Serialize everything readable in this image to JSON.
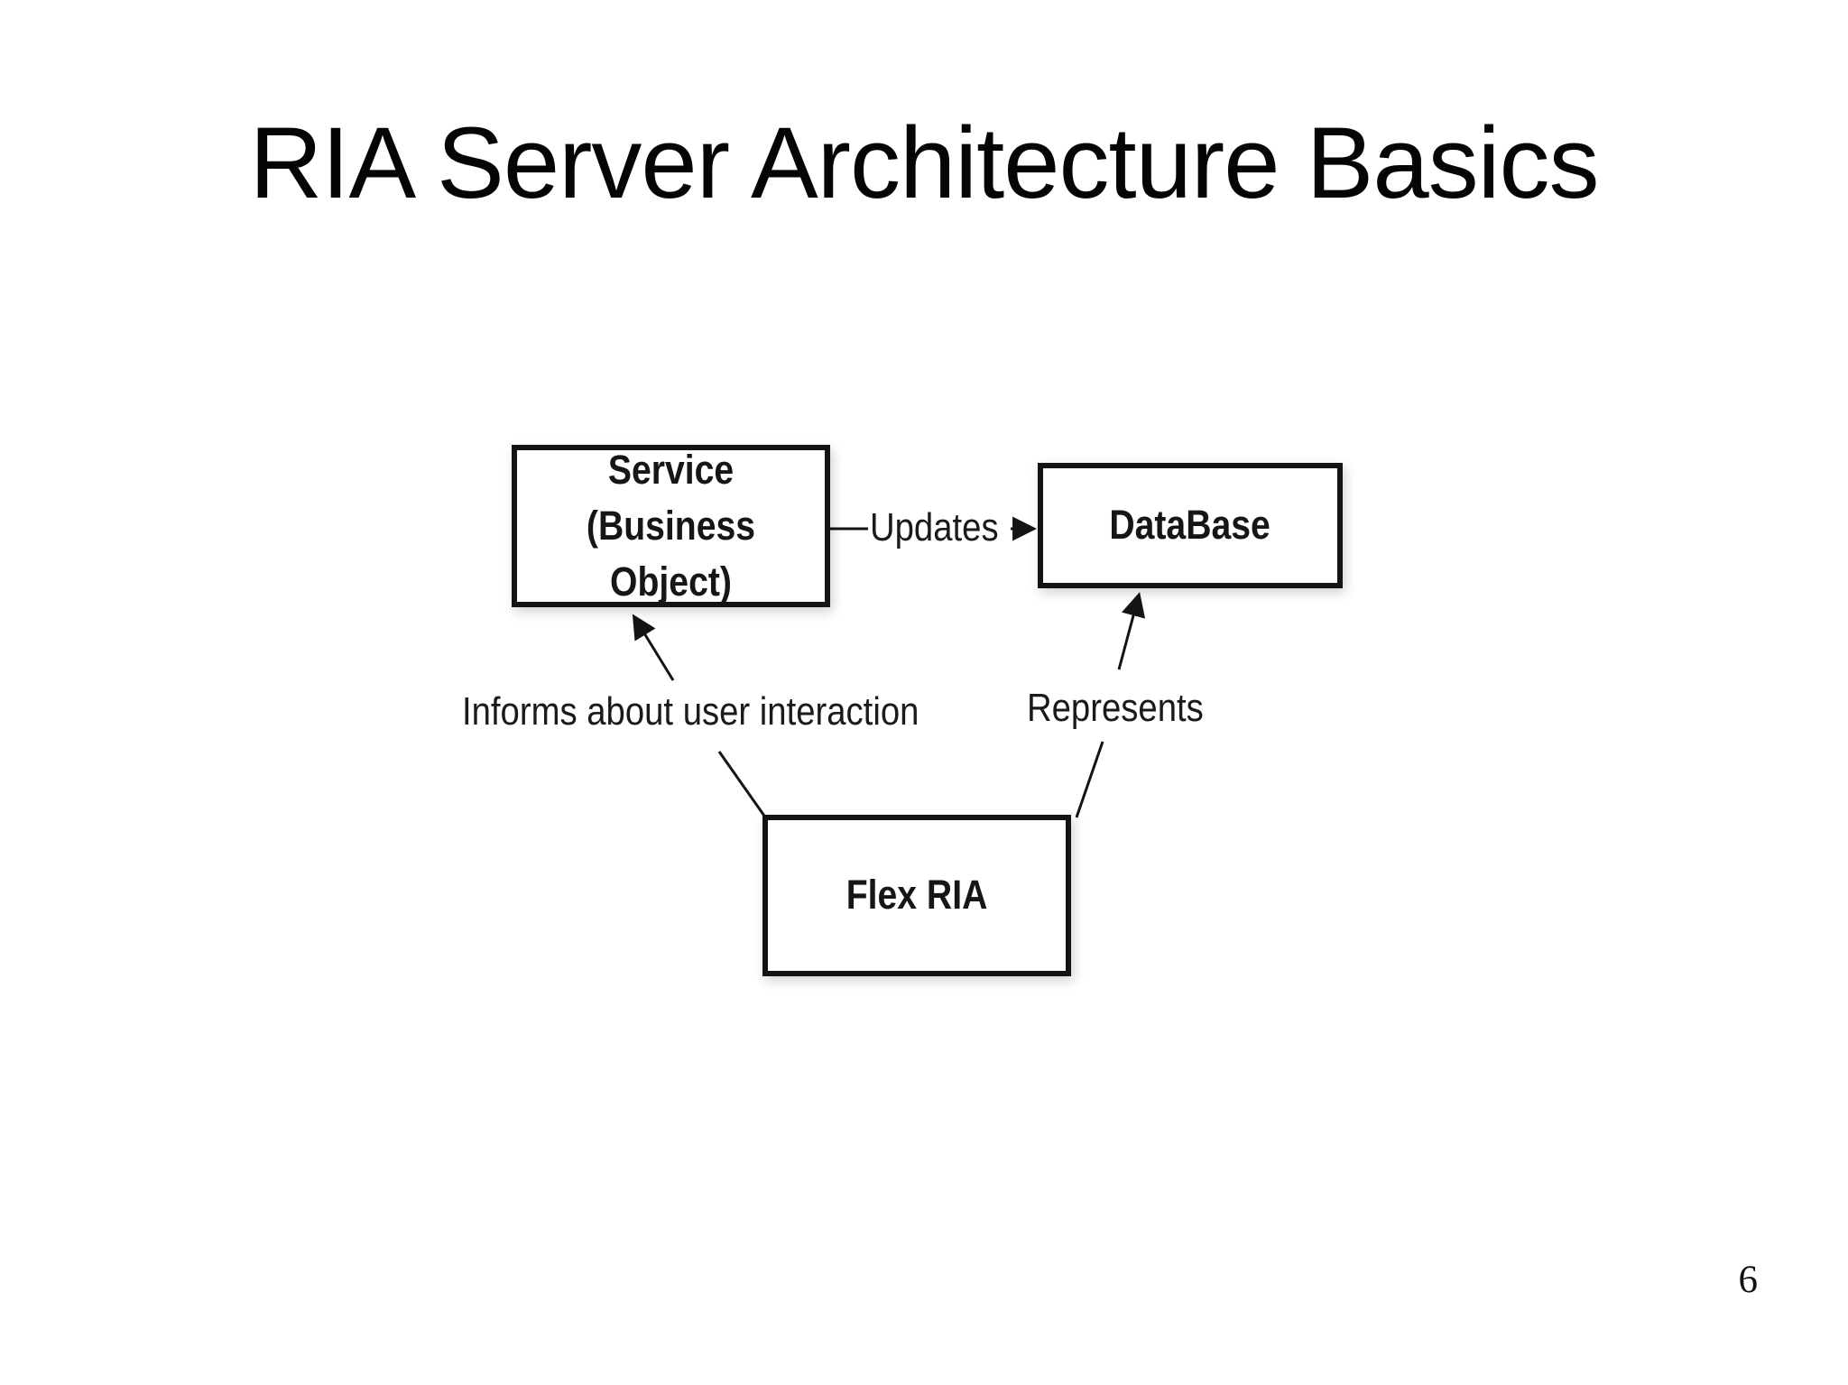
{
  "slide": {
    "title": "RIA Server Architecture Basics",
    "page_number": "6"
  },
  "diagram": {
    "nodes": [
      {
        "id": "service",
        "label": "Service (Business\nObject)"
      },
      {
        "id": "database",
        "label": "DataBase"
      },
      {
        "id": "flex-ria",
        "label": "Flex RIA"
      }
    ],
    "edges": [
      {
        "id": "updates",
        "label": "Updates",
        "from": "service",
        "to": "database"
      },
      {
        "id": "informs",
        "label": "Informs about user interaction",
        "from": "flex-ria",
        "to": "service"
      },
      {
        "id": "represents",
        "label": "Represents",
        "from": "flex-ria",
        "to": "database"
      }
    ]
  }
}
